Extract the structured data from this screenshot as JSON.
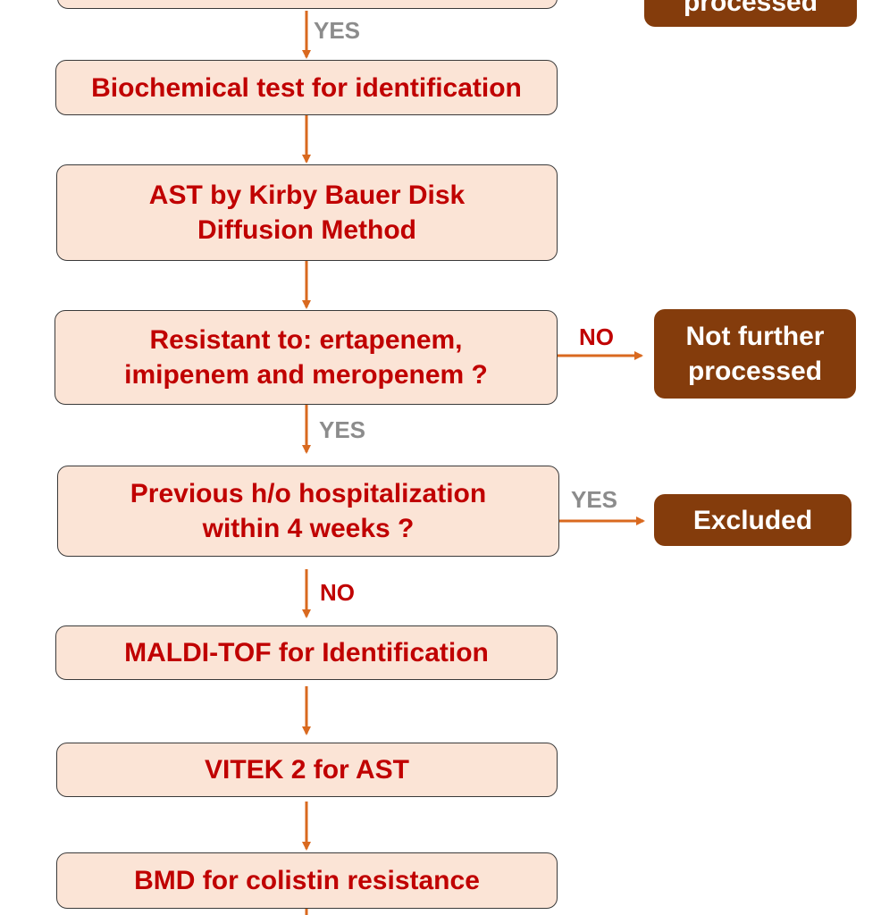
{
  "boxes": {
    "top_partial": "",
    "biochemical": "Biochemical test for identification",
    "ast_kirby": "AST by Kirby Bauer Disk\nDiffusion Method",
    "resistant": "Resistant to: ertapenem,\nimipenem and meropenem ?",
    "hospitalization": "Previous h/o hospitalization\nwithin 4 weeks ?",
    "maldi": "MALDI-TOF for Identification",
    "vitek": "VITEK 2 for AST",
    "bmd": "BMD for colistin resistance"
  },
  "outcomes": {
    "top_right": "processed",
    "not_further": "Not further\nprocessed",
    "excluded": "Excluded"
  },
  "labels": {
    "yes_1": "YES",
    "no_resistant": "NO",
    "yes_2": "YES",
    "yes_hosp": "YES",
    "no_hosp": "NO"
  },
  "colors": {
    "box_fill": "#fbe4d6",
    "box_text": "#c00000",
    "outcome_fill": "#843c0c",
    "arrow": "#d9691f",
    "label_gray": "#8c8c8c"
  }
}
